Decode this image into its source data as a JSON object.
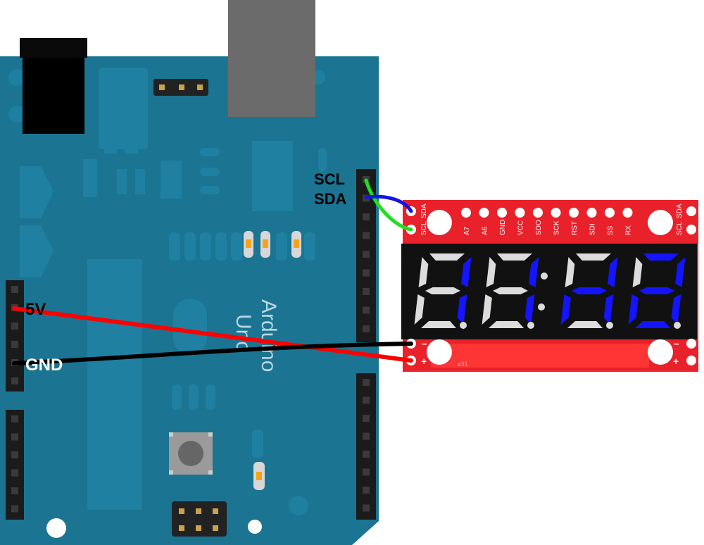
{
  "board": {
    "name_line1": "Arduino",
    "name_line2": "Uno",
    "color": "#1b7491"
  },
  "labels": {
    "scl": "SCL",
    "sda": "SDA",
    "v5": "5V",
    "gnd": "GND"
  },
  "display": {
    "top_pins": [
      "SCL",
      "SDA",
      "A7",
      "A6",
      "GND",
      "VCC",
      "SDO",
      "SCK",
      "RST",
      "SDI",
      "SS",
      "RX"
    ],
    "right_pins": [
      "SCL",
      "SDA"
    ],
    "bottom_left_minus": "−",
    "bottom_left_plus": "+",
    "bottom_right_minus": "−",
    "bottom_right_plus": "+",
    "version": "v31",
    "board_color": "#e8212a",
    "segment_off_color": "#dcdcdc",
    "segment_on_color": "#1414ff"
  },
  "wires": {
    "scl_color": "#22dd22",
    "sda_color": "#1414e0",
    "v5_color": "#ff0000",
    "gnd_color": "#000000"
  }
}
